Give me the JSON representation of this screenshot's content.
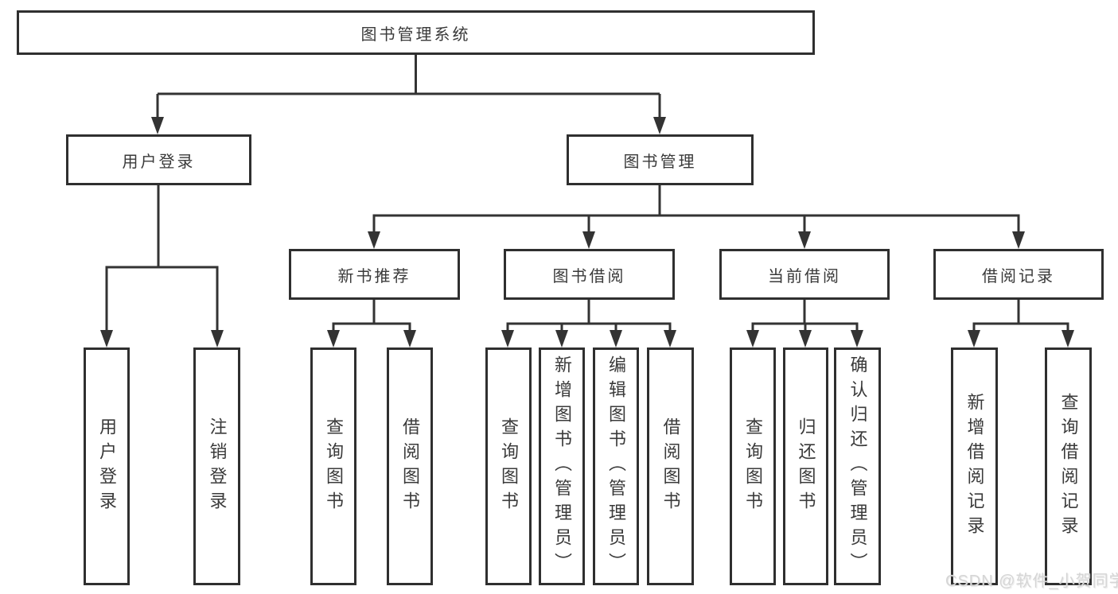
{
  "tree": {
    "root": "图书管理系统",
    "children": [
      {
        "label": "用户登录",
        "children": [
          "用户登录",
          "注销登录"
        ]
      },
      {
        "label": "图书管理",
        "children": [
          {
            "label": "新书推荐",
            "children": [
              "查询图书",
              "借阅图书"
            ]
          },
          {
            "label": "图书借阅",
            "children": [
              "查询图书",
              "新增图书（管理员）",
              "编辑图书（管理员）",
              "借阅图书"
            ]
          },
          {
            "label": "当前借阅",
            "children": [
              "查询图书",
              "归还图书",
              "确认归还（管理员）"
            ]
          },
          {
            "label": "借阅记录",
            "children": [
              "新增借阅记录",
              "查询借阅记录"
            ]
          }
        ]
      }
    ]
  },
  "watermark": "CSDN @软件_小贺同学",
  "colors": {
    "line": "#333333",
    "box_border": "#2f2f2f",
    "text": "#3a3a3a",
    "background": "#ffffff",
    "watermark_text": "#d5d5d5"
  }
}
